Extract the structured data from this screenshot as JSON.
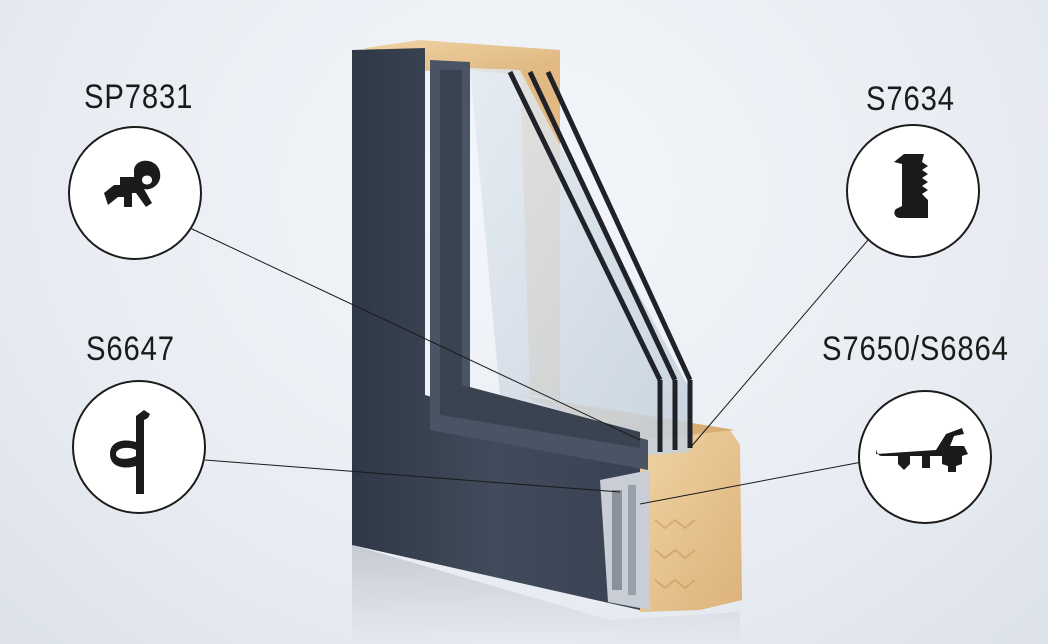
{
  "gaskets": [
    {
      "code": "SP7831",
      "icon": "gasket-sp7831-profile-icon"
    },
    {
      "code": "S6647",
      "icon": "gasket-s6647-profile-icon"
    },
    {
      "code": "S7634",
      "icon": "gasket-s7634-profile-icon"
    },
    {
      "code": "S7650/S6864",
      "icon": "gasket-s7650-s6864-profile-icon"
    }
  ],
  "colors": {
    "frame": "#3c4655",
    "wood": "#e7c28d",
    "glass": "#cfd9e4",
    "outline": "#1c1c1c"
  }
}
